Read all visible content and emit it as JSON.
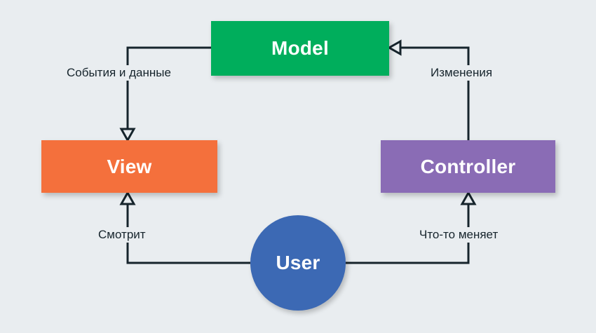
{
  "diagram": {
    "title": "MVC pattern diagram",
    "background_color": "#e9edf0",
    "line_color": "#16242c",
    "nodes": [
      {
        "id": "model",
        "label": "Model",
        "shape": "rectangle",
        "color": "#00ae5c",
        "text_color": "#ffffff"
      },
      {
        "id": "view",
        "label": "View",
        "shape": "rectangle",
        "color": "#f4703c",
        "text_color": "#ffffff"
      },
      {
        "id": "controller",
        "label": "Controller",
        "shape": "rectangle",
        "color": "#8a6cb5",
        "text_color": "#ffffff"
      },
      {
        "id": "user",
        "label": "User",
        "shape": "circle",
        "color": "#3c69b4",
        "text_color": "#ffffff"
      }
    ],
    "edges": [
      {
        "id": "model-to-view",
        "from": "model",
        "to": "view",
        "label": "События и данные",
        "arrow": "hollow-triangle"
      },
      {
        "id": "controller-to-model",
        "from": "controller",
        "to": "model",
        "label": "Изменения",
        "arrow": "hollow-triangle"
      },
      {
        "id": "user-to-view",
        "from": "user",
        "to": "view",
        "label": "Смотрит",
        "arrow": "hollow-triangle"
      },
      {
        "id": "user-to-controller",
        "from": "user",
        "to": "controller",
        "label": "Что-то меняет",
        "arrow": "hollow-triangle"
      }
    ]
  }
}
